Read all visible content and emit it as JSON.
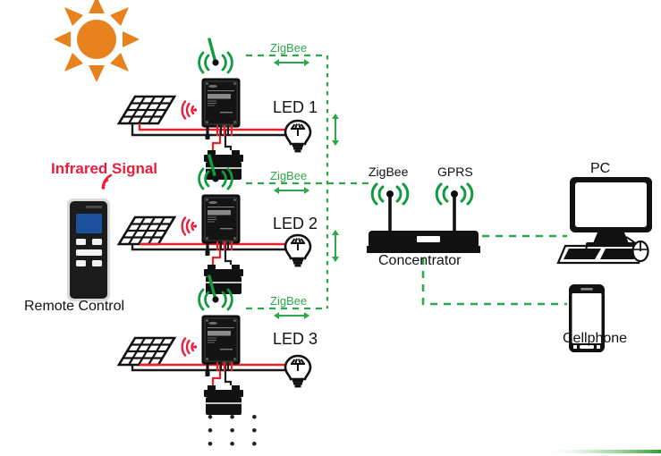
{
  "diagram": {
    "title_absent": true,
    "colors": {
      "sun": "#e8821e",
      "zigbee_green": "#2aa84a",
      "infrared_red": "#ee1c3a",
      "wire_red": "#e8242a",
      "wire_black": "#1a1a1a",
      "device_black": "#111111",
      "screen_blue": "#1c4f9c",
      "accent_strip": "#3aa93a"
    }
  },
  "icons": {
    "sun": "sun-icon",
    "solar_panel": "solar-panel-icon",
    "controller": "solar-charge-controller-icon",
    "battery": "battery-icon",
    "led_bulb": "led-bulb-icon",
    "antenna": "antenna-signal-icon",
    "ir_wave": "infrared-wave-icon",
    "remote": "remote-control-icon",
    "concentrator": "concentrator-router-icon",
    "pc": "desktop-computer-icon",
    "keyboard": "keyboard-icon",
    "mouse": "mouse-icon",
    "cellphone": "cellphone-icon"
  },
  "labels": {
    "infrared_signal": "Infrared Signal",
    "remote_control": "Remote Control",
    "led1": "LED 1",
    "led2": "LED 2",
    "led3": "LED 3",
    "zigbee1": "ZigBee",
    "zigbee2": "ZigBee",
    "zigbee3": "ZigBee",
    "zigbee_concentrator": "ZigBee",
    "gprs": "GPRS",
    "concentrator": "Concentrator",
    "pc": "PC",
    "cellphone": "Cellphone",
    "ellipsis_row1": "• • •",
    "ellipsis_row2": "• • •",
    "ellipsis_row3": "• • •"
  },
  "units": [
    {
      "name": "solar-unit-1",
      "led": "LED 1",
      "zigbee": "ZigBee"
    },
    {
      "name": "solar-unit-2",
      "led": "LED 2",
      "zigbee": "ZigBee"
    },
    {
      "name": "solar-unit-3",
      "led": "LED 3",
      "zigbee": "ZigBee"
    }
  ],
  "links": [
    {
      "from": "solar-unit-1",
      "to": "zigbee-bus",
      "protocol": "ZigBee",
      "style": "dashed",
      "bidirectional": true
    },
    {
      "from": "solar-unit-2",
      "to": "zigbee-bus",
      "protocol": "ZigBee",
      "style": "dashed",
      "bidirectional": true
    },
    {
      "from": "solar-unit-3",
      "to": "zigbee-bus",
      "protocol": "ZigBee",
      "style": "dashed",
      "bidirectional": true
    },
    {
      "from": "zigbee-bus",
      "to": "concentrator",
      "protocol": "ZigBee",
      "style": "dashed"
    },
    {
      "from": "concentrator",
      "to": "pc",
      "protocol": "GPRS",
      "style": "dashed"
    },
    {
      "from": "concentrator",
      "to": "cellphone",
      "protocol": "GPRS",
      "style": "dashed"
    },
    {
      "from": "remote-control",
      "to": "solar-unit-2",
      "protocol": "Infrared",
      "style": "wave"
    }
  ]
}
